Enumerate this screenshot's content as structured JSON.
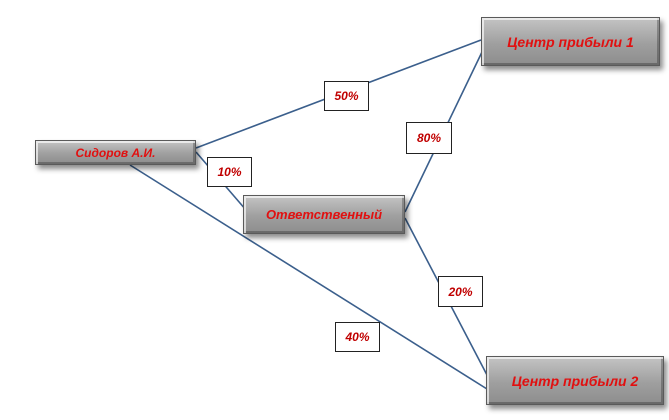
{
  "nodes": {
    "person": "Сидоров А.И.",
    "responsible": "Ответственный",
    "profit_center_1": "Центр прибыли 1",
    "profit_center_2": "Центр прибыли 2"
  },
  "edges": [
    {
      "from": "person",
      "to": "profit_center_1",
      "label": "50%"
    },
    {
      "from": "person",
      "to": "responsible",
      "label": "10%"
    },
    {
      "from": "responsible",
      "to": "profit_center_1",
      "label": "80%"
    },
    {
      "from": "responsible",
      "to": "profit_center_2",
      "label": "20%"
    },
    {
      "from": "person",
      "to": "profit_center_2",
      "label": "40%"
    }
  ],
  "colors": {
    "connector": "#3b5f8c",
    "node_text": "#e11010",
    "label_text": "#c00000",
    "node_fill": "#a6a6a6"
  }
}
